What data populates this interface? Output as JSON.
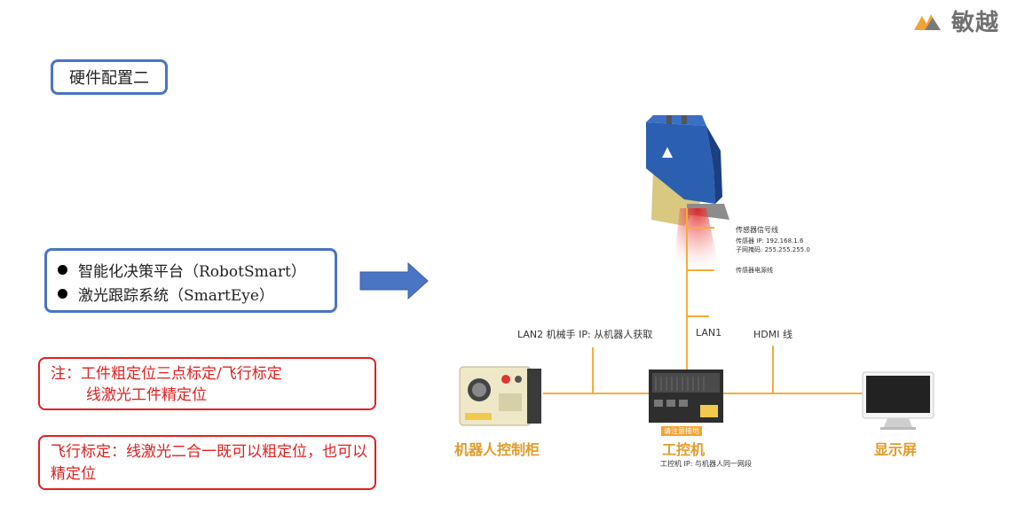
{
  "logo": {
    "brand_text": "敏越",
    "icon": "mountain-logo-icon",
    "accent": "#f4a234"
  },
  "slide": {
    "title": "硬件配置二",
    "features": [
      "智能化决策平台（RobotSmart）",
      "激光跟踪系统（SmartEye）"
    ],
    "note1_line1": "注：工件粗定位三点标定/飞行标定",
    "note1_line2": "线激光工件精定位",
    "note2": "飞行标定：线激光二合一既可以粗定位，也可以精定位"
  },
  "diagram": {
    "sensor_signal_line": "传感器信号线",
    "sensor_ip_line": "传感器 IP:  192.168.1.6",
    "subnet_line": "子网掩码:   255.255.255.0",
    "sensor_power_line": "传感器电源线",
    "lan2_label": "LAN2 机械手 IP: 从机器人获取",
    "lan1_label": "LAN1",
    "hdmi_label": "HDMI 线",
    "robot_cabinet_label": "机器人控制柜",
    "ipc_label": "工控机",
    "ipc_tag": "请注意接地",
    "ipc_ip_label": "工控机 IP: 与机器人同一网段",
    "monitor_label": "显示屏",
    "line_color": "#f4ad3d",
    "box_blue": "#4a74c4",
    "box_red": "#e02020"
  }
}
